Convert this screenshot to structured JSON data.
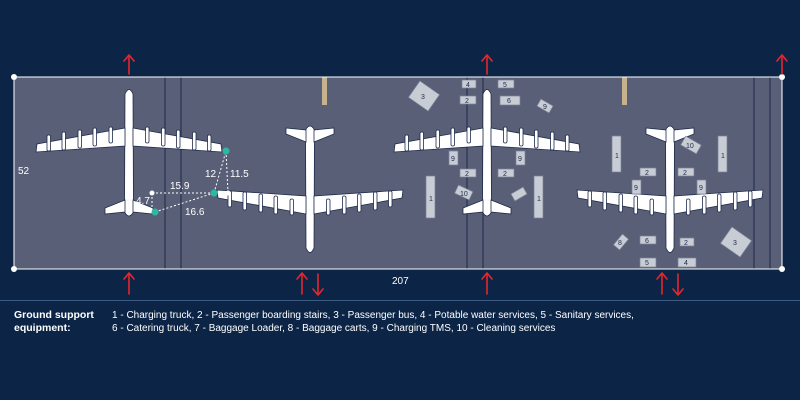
{
  "colors": {
    "background": "#0c2547",
    "apron": "#5a5f78",
    "aircraft": "#ffffff",
    "arrow": "#e5272e",
    "measure_point": "#2bb8a5",
    "equipment": "#c8ccd4"
  },
  "dimensions": {
    "height": "52",
    "width": "207",
    "d_12": "12",
    "d_11_5": "11.5",
    "d_15_9": "15.9",
    "d_4_7": "4.7",
    "d_16_6": "16.6"
  },
  "equipment_labels": [
    "1",
    "2",
    "3",
    "4",
    "5",
    "6",
    "7",
    "8",
    "9",
    "10"
  ],
  "legend": {
    "title_line1": "Ground support",
    "title_line2": "equipment:",
    "line1": "1 - Charging truck, 2 - Passenger boarding stairs, 3 - Passenger bus, 4 - Potable water services, 5 - Sanitary services,",
    "line2": "6 - Catering truck, 7 - Baggage Loader, 8 - Baggage carts, 9 - Charging TMS, 10 - Cleaning services"
  }
}
